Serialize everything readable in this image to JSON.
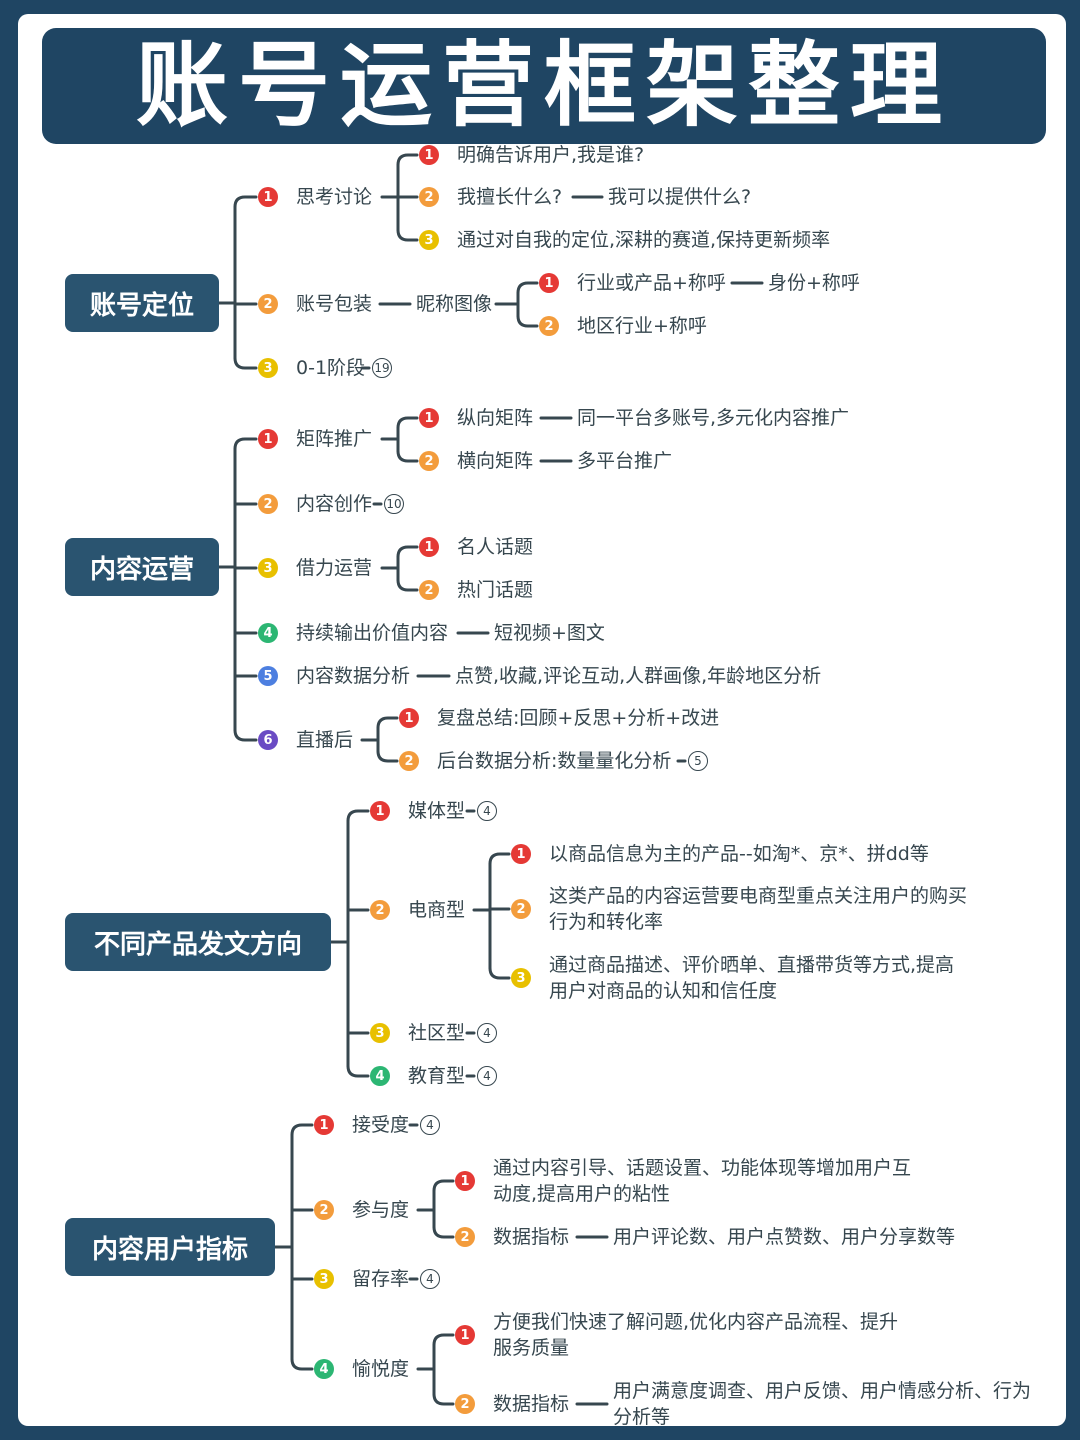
{
  "title": "账号运营框架整理",
  "colors": {
    "background": "#1f4563",
    "root": "#2a5470",
    "line": "#37474f",
    "text": "#37474f",
    "badge": [
      "#e53935",
      "#f39c3c",
      "#e8c000",
      "#2cb673",
      "#4d7fe0",
      "#6a4bc4"
    ]
  },
  "sections": [
    {
      "root": "账号定位",
      "children": [
        {
          "label": "思考讨论",
          "children": [
            {
              "label": "明确告诉用户,我是谁?"
            },
            {
              "label": "我擅长什么?",
              "link": "我可以提供什么?"
            },
            {
              "label": "通过对自我的定位,深耕的赛道,保持更新频率"
            }
          ]
        },
        {
          "label": "账号包装",
          "link": "昵称图像",
          "children": [
            {
              "label": "行业或产品+称呼",
              "link": "身份+称呼"
            },
            {
              "label": "地区行业+称呼"
            }
          ]
        },
        {
          "label": "0-1阶段",
          "count": "19"
        }
      ]
    },
    {
      "root": "内容运营",
      "children": [
        {
          "label": "矩阵推广",
          "children": [
            {
              "label": "纵向矩阵",
              "link": "同一平台多账号,多元化内容推广"
            },
            {
              "label": "横向矩阵",
              "link": "多平台推广"
            }
          ]
        },
        {
          "label": "内容创作",
          "count": "10"
        },
        {
          "label": "借力运营",
          "children": [
            {
              "label": "名人话题"
            },
            {
              "label": "热门话题"
            }
          ]
        },
        {
          "label": "持续输出价值内容",
          "link": "短视频+图文"
        },
        {
          "label": "内容数据分析",
          "link": "点赞,收藏,评论互动,人群画像,年龄地区分析"
        },
        {
          "label": "直播后",
          "children": [
            {
              "label": "复盘总结:回顾+反思+分析+改进"
            },
            {
              "label": "后台数据分析:数量量化分析",
              "count": "5"
            }
          ]
        }
      ]
    },
    {
      "root": "不同产品发文方向",
      "children": [
        {
          "label": "媒体型",
          "count": "4"
        },
        {
          "label": "电商型",
          "children": [
            {
              "label": "以商品信息为主的产品--如淘*、京*、拼dd等"
            },
            {
              "label": "这类产品的内容运营要电商型重点关注用户的购买行为和转化率"
            },
            {
              "label": "通过商品描述、评价晒单、直播带货等方式,提高用户对商品的认知和信任度"
            }
          ]
        },
        {
          "label": "社区型",
          "count": "4"
        },
        {
          "label": "教育型",
          "count": "4"
        }
      ]
    },
    {
      "root": "内容用户指标",
      "children": [
        {
          "label": "接受度",
          "count": "4"
        },
        {
          "label": "参与度",
          "children": [
            {
              "label": "通过内容引导、话题设置、功能体现等增加用户互动度,提高用户的粘性"
            },
            {
              "label": "数据指标",
              "link": "用户评论数、用户点赞数、用户分享数等"
            }
          ]
        },
        {
          "label": "留存率",
          "count": "4"
        },
        {
          "label": "愉悦度",
          "children": [
            {
              "label": "方便我们快速了解问题,优化内容产品流程、提升服务质量"
            },
            {
              "label": "数据指标",
              "link": "用户满意度调查、用户反馈、用户情感分析、行为分析等"
            }
          ]
        }
      ]
    }
  ]
}
